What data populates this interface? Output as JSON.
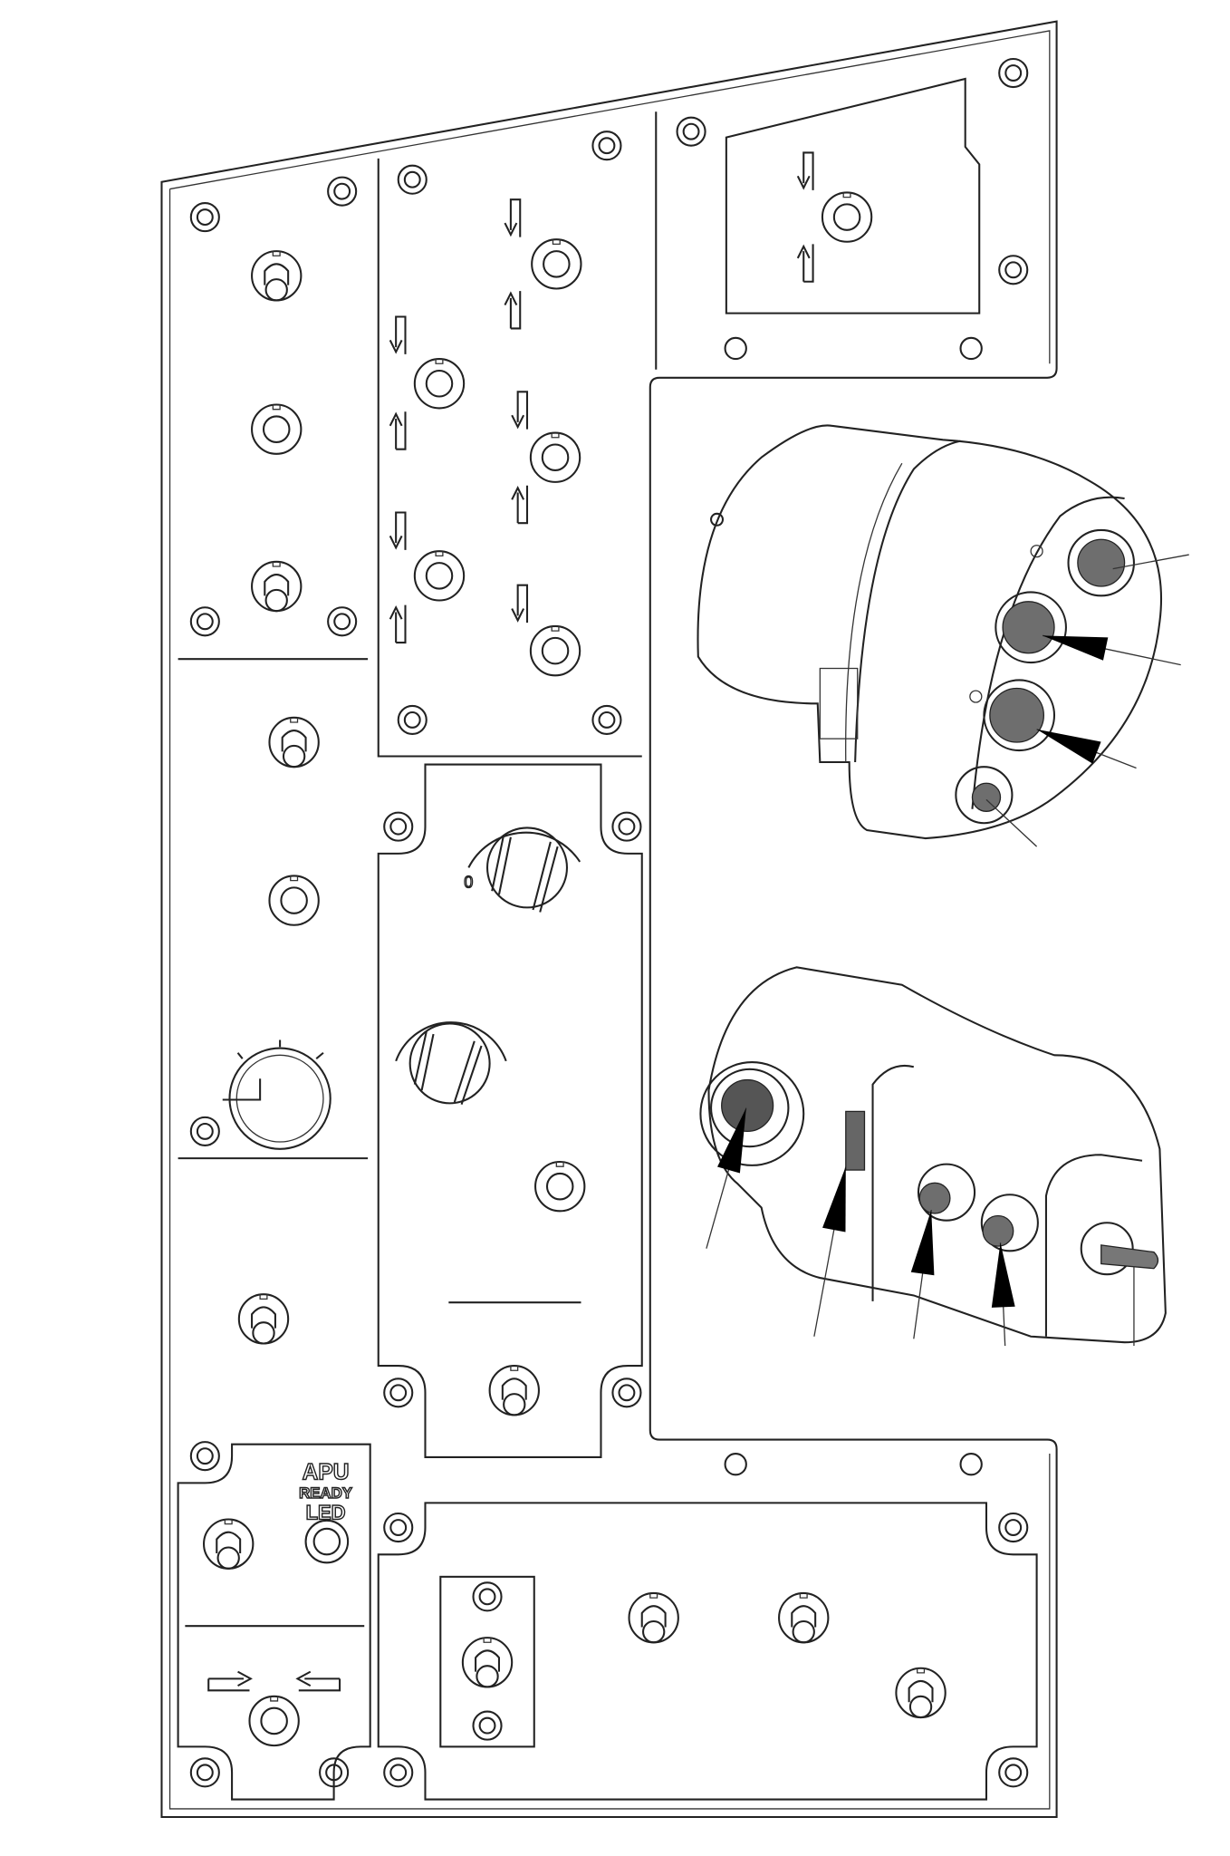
{
  "panel": {
    "apu_label": {
      "line1": "APU",
      "line2": "READY",
      "line3": "LED"
    },
    "rotary_knob_zero_mark": "0"
  },
  "colors": {
    "line": "#222222",
    "knob_fill": "#6e6e6e",
    "background": "#ffffff"
  }
}
